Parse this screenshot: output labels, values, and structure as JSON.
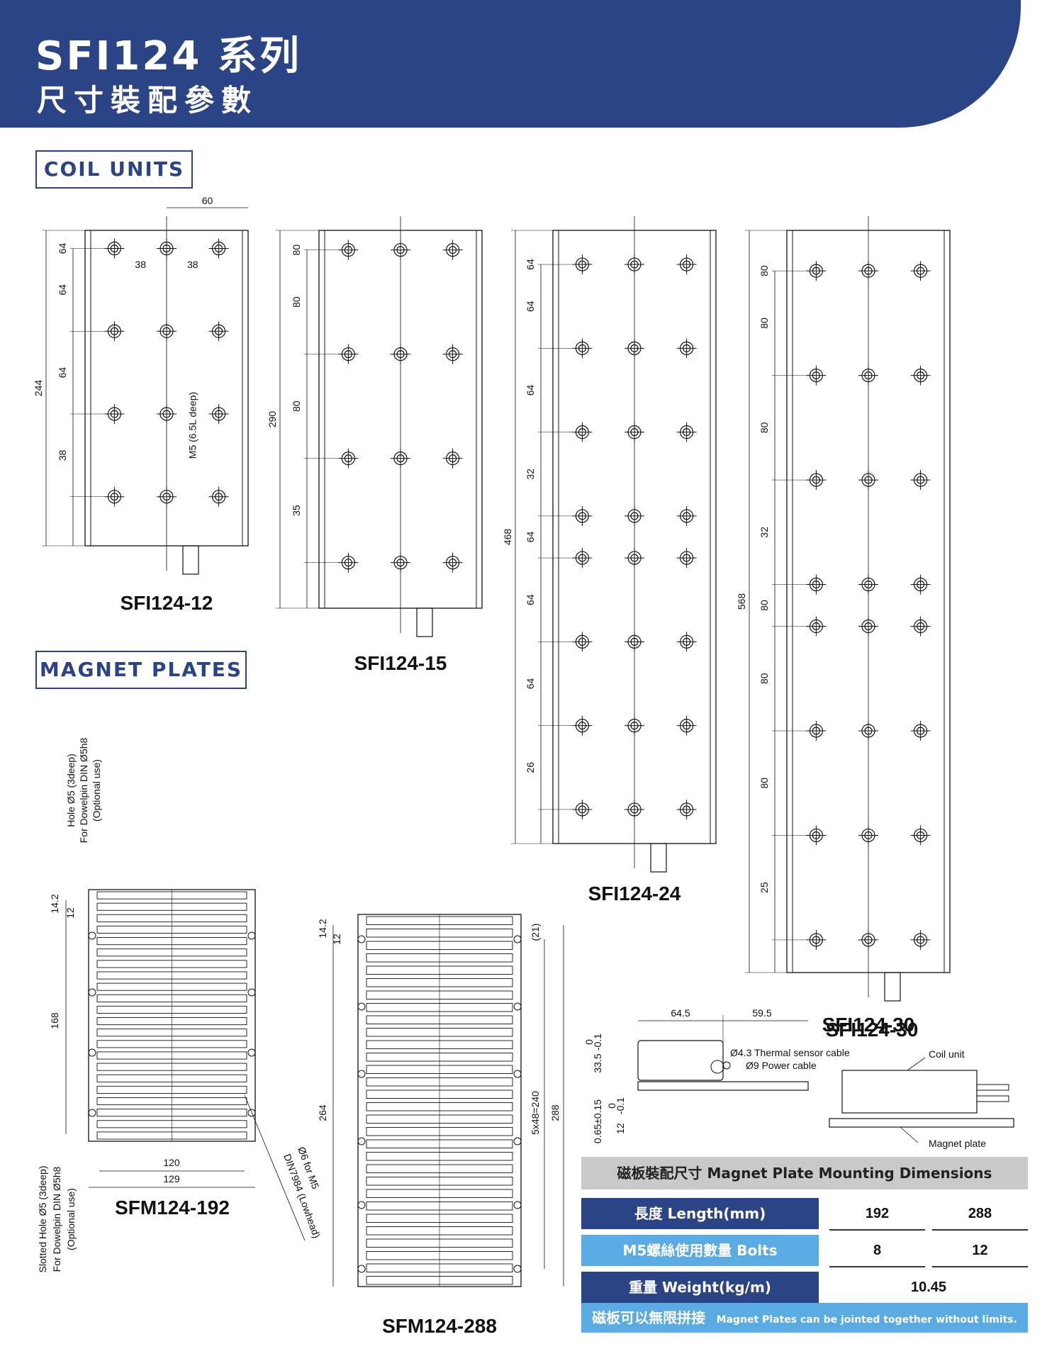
{
  "header": {
    "series_title": "SFI124 系列",
    "subtitle": "尺寸裝配參數"
  },
  "sections": {
    "coil_units": "COIL UNITS",
    "magnet_plates": "MAGNET PLATES"
  },
  "coil_units": [
    {
      "model": "SFI124-12",
      "overall_length": "244",
      "width": "60",
      "pitch_x": [
        "38",
        "38"
      ],
      "pitch_y": [
        "64",
        "64",
        "64",
        "38"
      ],
      "hole_note": "M5 (6.5L deep)"
    },
    {
      "model": "SFI124-15",
      "overall_length": "290",
      "pitch_y": [
        "80",
        "80",
        "80",
        "35"
      ]
    },
    {
      "model": "SFI124-24",
      "overall_length": "468",
      "pitch_y": [
        "64",
        "64",
        "64",
        "32",
        "64",
        "64",
        "64",
        "26"
      ]
    },
    {
      "model": "SFI124-30",
      "overall_length": "568",
      "pitch_y": [
        "80",
        "80",
        "80",
        "32",
        "80",
        "80",
        "80",
        "25"
      ]
    }
  ],
  "magnet_plates": [
    {
      "model": "SFM124-192",
      "top_offset": "14.2",
      "hole_offset": "12",
      "hole_span": "168",
      "width_inner": "120",
      "width_outer": "129",
      "notes": {
        "hole_top": [
          "Hole Ø5 (3deep)",
          "For Dowelpin DIN Ø5h8",
          "(Optional use)"
        ],
        "slotted_hole": [
          "Slotted Hole Ø5 (3deep)",
          "For Dowelpin DIN Ø5h8",
          "(Optional use)"
        ],
        "bolt": [
          "Ø6 for M5",
          "DIN7984 (Lowhead)"
        ]
      }
    },
    {
      "model": "SFM124-288",
      "top_offset": "14.2",
      "hole_offset": "12",
      "length": "264",
      "pitch": "5x48=240",
      "overall": "288",
      "end": "(21)"
    }
  ],
  "side_view": {
    "dim_a": "64.5",
    "dim_b": "59.5",
    "height_top": "33.5",
    "tol_top": [
      "0",
      "-0.1"
    ],
    "gap": "0.65±0.15",
    "base": "12",
    "tol_base": [
      "0",
      "-0.1"
    ],
    "cable_1": "Ø4.3 Thermal sensor cable",
    "cable_2": "Ø9 Power cable",
    "coil_unit": "Coil unit",
    "magnet_plate": "Magnet plate"
  },
  "spec_table": {
    "title": "磁板裝配尺寸 Magnet Plate Mounting Dimensions",
    "rows": [
      {
        "label": "長度 Length(mm)",
        "values": [
          "192",
          "288"
        ],
        "color": "#2b4486"
      },
      {
        "label": "M5螺絲使用數量 Bolts",
        "values": [
          "8",
          "12"
        ],
        "color": "#5aaae3"
      },
      {
        "label": "重量 Weight(kg/m)",
        "values": [
          "10.45"
        ],
        "color": "#2b4486"
      }
    ],
    "footer_cn": "磁板可以無限拼接",
    "footer_en": "Magnet Plates can be jointed together without limits."
  },
  "colors": {
    "brand": "#2b4486",
    "light": "#5aaae3",
    "gray": "#c9c9c9"
  }
}
